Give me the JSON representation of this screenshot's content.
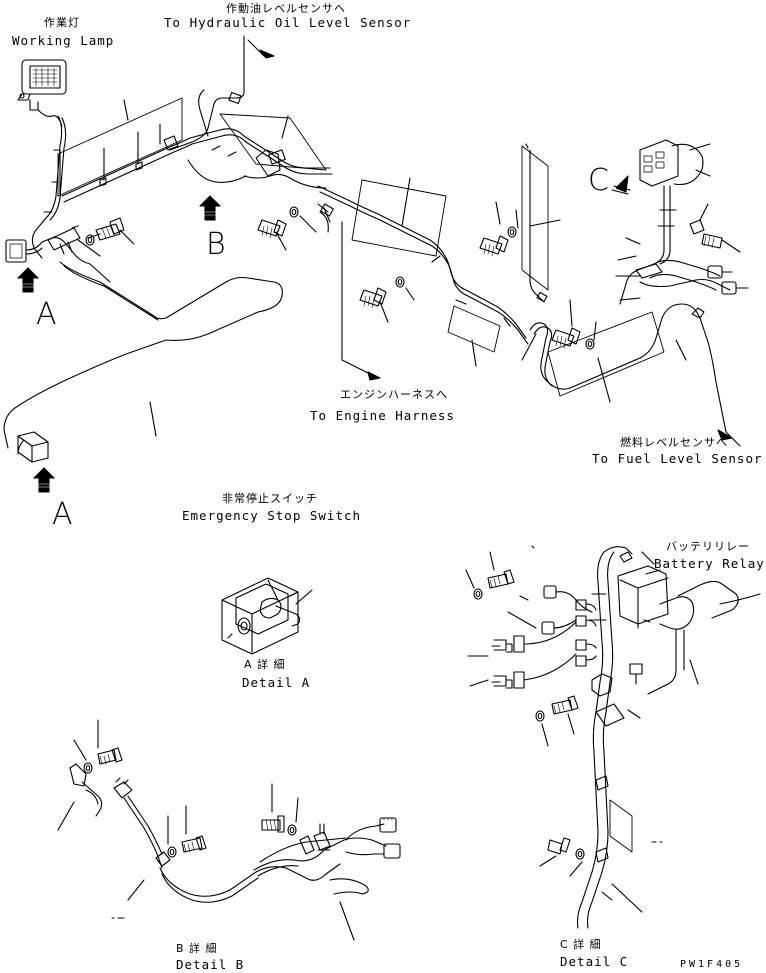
{
  "labels": {
    "working_lamp_jp": "作業灯",
    "working_lamp_en": "Working Lamp",
    "hydraulic_jp": "作動油レベルセンサへ",
    "hydraulic_en": "To Hydraulic Oil Level Sensor",
    "engine_jp": "エンジンハーネスへ",
    "engine_en": "To Engine Harness",
    "fuel_jp": "燃料レベルセンサへ",
    "fuel_en": "To Fuel Level Sensor",
    "estop_jp": "非常停止スイッチ",
    "estop_en": "Emergency Stop Switch",
    "battery_jp": "バッテリリレー",
    "battery_en": "Battery Relay",
    "detail_a_jp": "A 詳 細",
    "detail_a_en": "Detail A",
    "detail_b_jp": "B 詳 細",
    "detail_b_en": "Detail B",
    "detail_c_jp": "C 詳 細",
    "detail_c_en": "Detail C"
  },
  "view_letters": {
    "a_top": "A",
    "a_bottom": "A",
    "b": "B",
    "c": "C"
  },
  "drawing_code": "PW1F405",
  "colors": {
    "ink": "#000000",
    "paper": "#ffffff"
  }
}
